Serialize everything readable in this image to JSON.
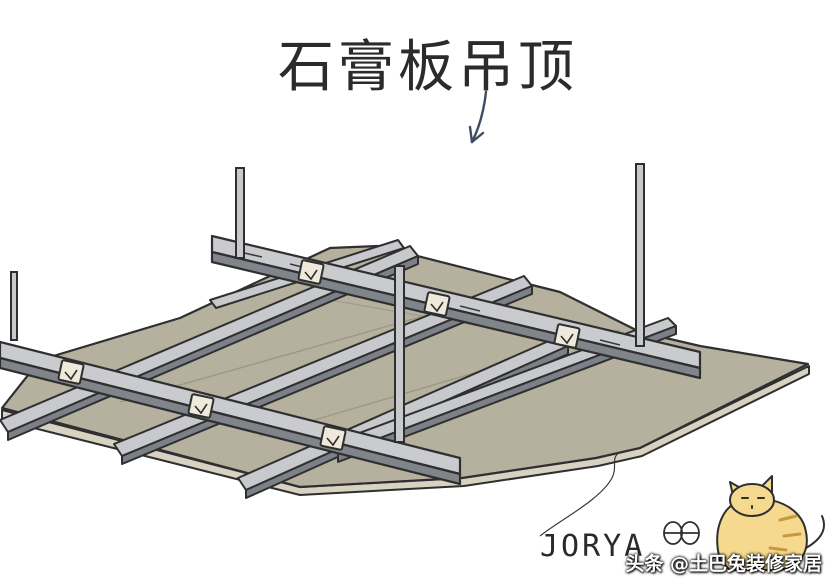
{
  "title": "石膏板吊顶",
  "signature": "JORYA",
  "watermark": "头条 @土巴兔装修家居",
  "colors": {
    "board": "#b6b09e",
    "board_edge": "#d7d2c2",
    "metal": "#c7c9cd",
    "metal_dark": "#7c8088",
    "outline": "#2f2f2f",
    "arrow": "#3f4b63",
    "cat": "#f4d98e"
  }
}
